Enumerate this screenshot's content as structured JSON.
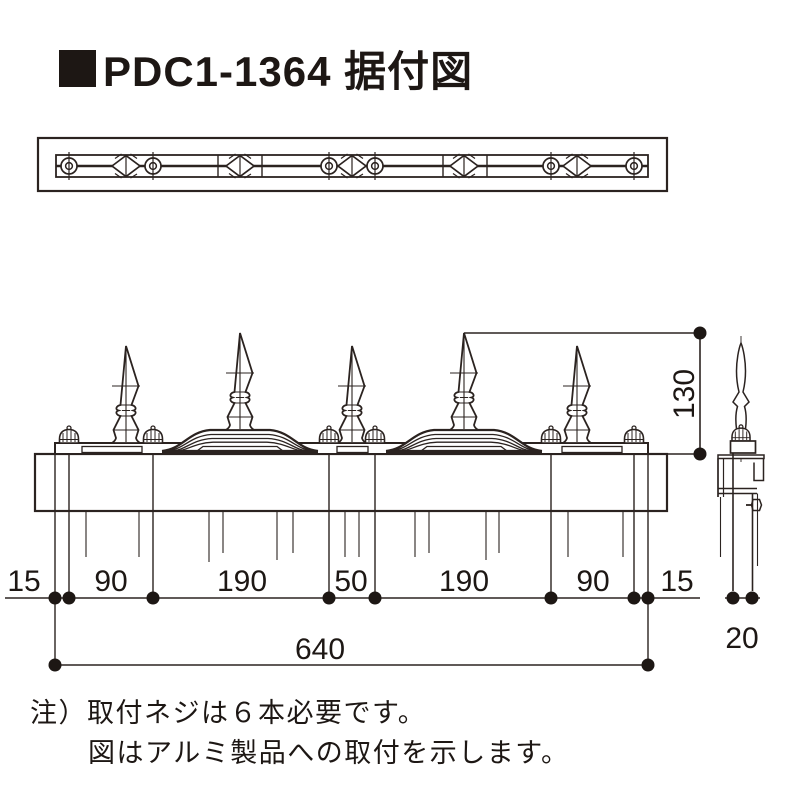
{
  "title": {
    "text": "PDC1-1364 据付図"
  },
  "dimensions": {
    "left_edge": "15",
    "left_pitch": "90",
    "left_span": "190",
    "center_pitch": "50",
    "right_span": "190",
    "right_pitch": "90",
    "right_edge": "15",
    "overall_width": "640",
    "ornament_height": "130",
    "bracket_depth": "20"
  },
  "notes": {
    "line1": "注）取付ネジは６本必要です。",
    "line2": "図はアルミ製品への取付を示します。"
  },
  "colors": {
    "line": "#2b2320",
    "text": "#1d1714",
    "background": "#ffffff"
  }
}
